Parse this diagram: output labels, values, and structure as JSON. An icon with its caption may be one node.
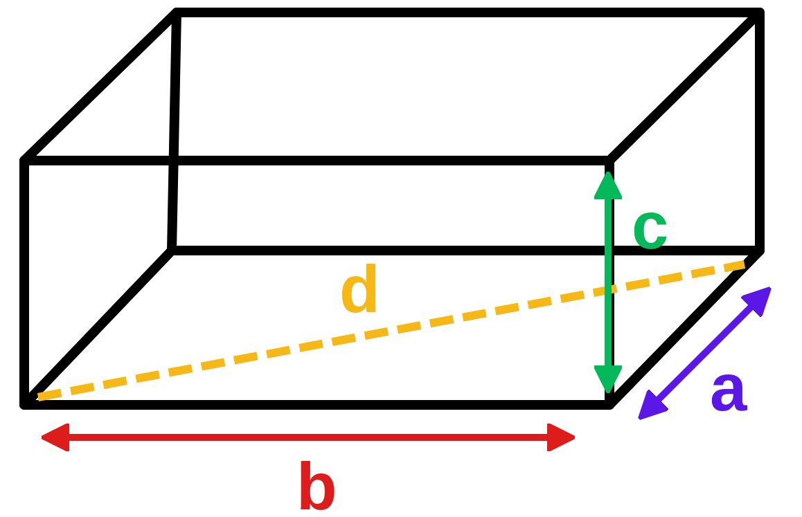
{
  "diagram": {
    "labels": [
      "c",
      "d",
      "a",
      "b"
    ]
  }
}
